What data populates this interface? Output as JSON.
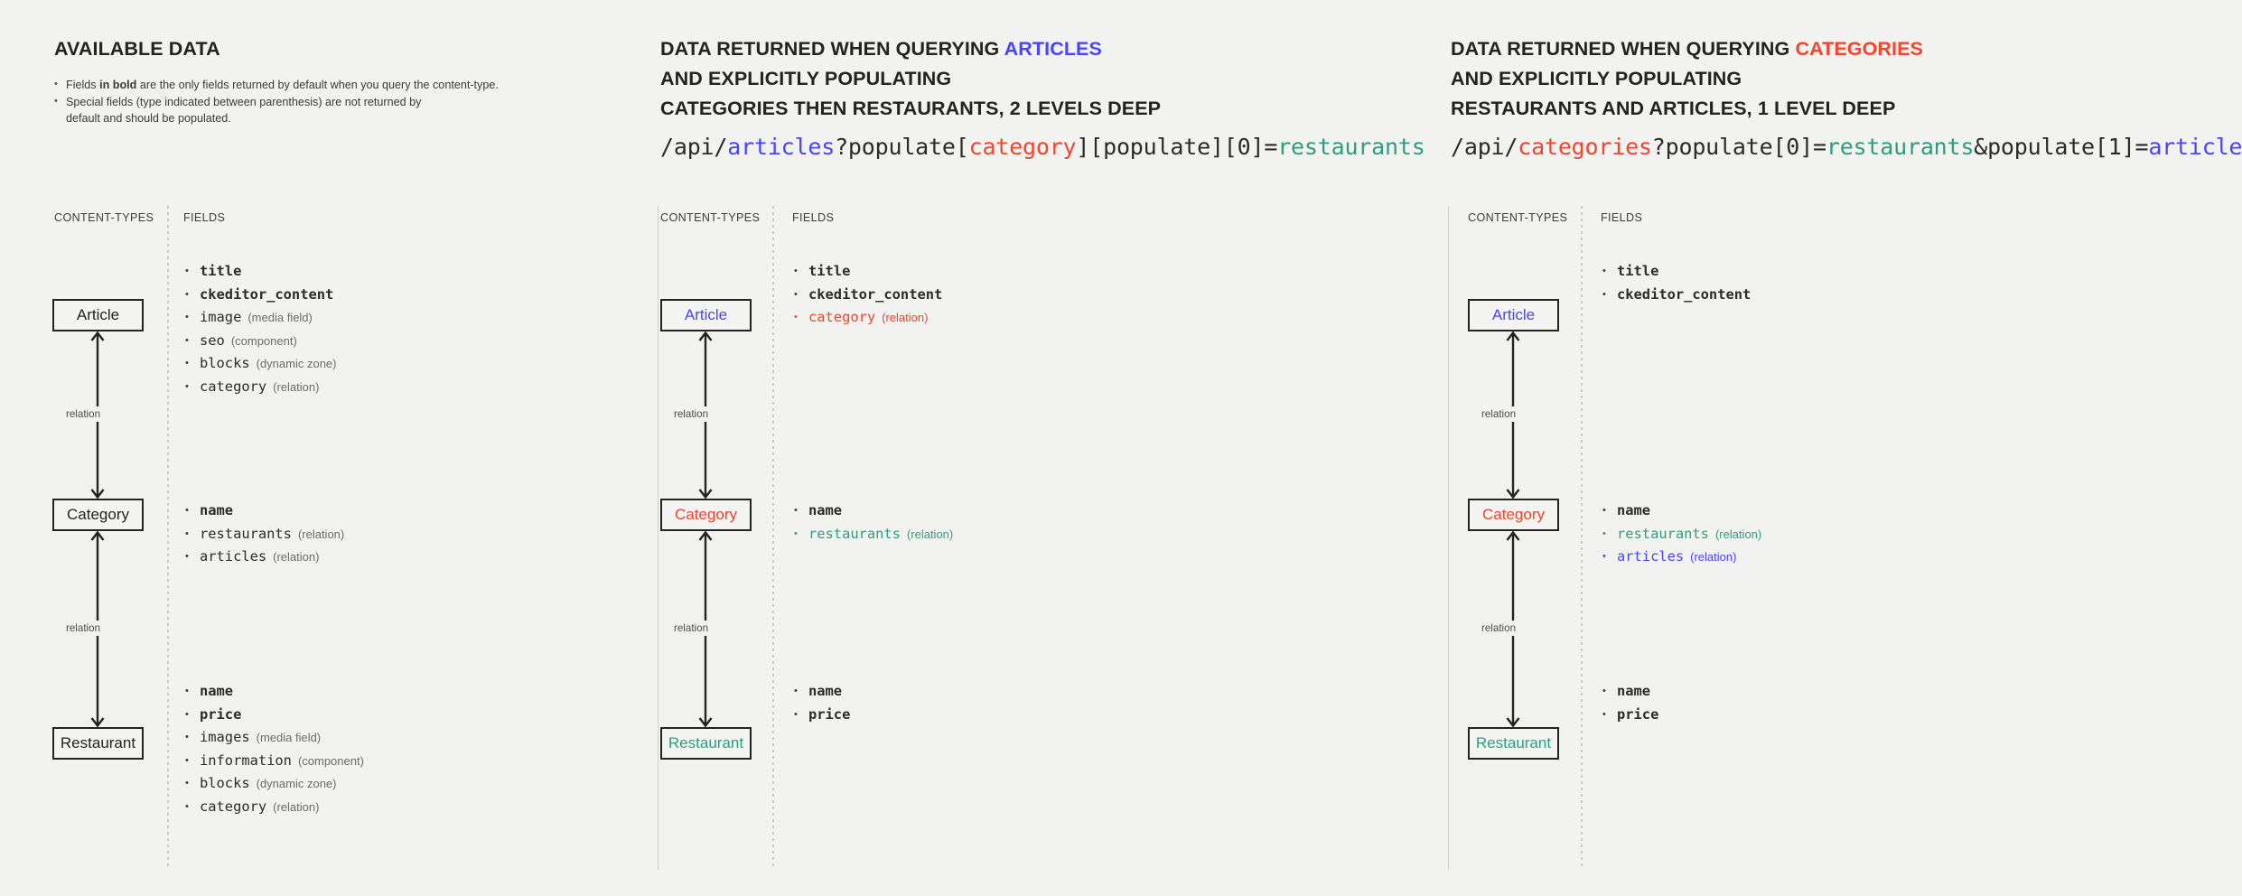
{
  "colors": {
    "background": "#f2f2f1",
    "ink": "#2b2b2b",
    "blue": "#4945ff",
    "red": "#f5452b",
    "green": "#2f9e7e",
    "muted": "#6b6b6b"
  },
  "panels": [
    {
      "id": "available-data",
      "heading_lines": [
        [
          {
            "t": "AVAILABLE DATA",
            "c": "ink"
          }
        ]
      ],
      "notes": [
        {
          "pre": "Fields ",
          "bold": "in bold",
          "post": " are the only fields returned by default when you query the content-type."
        },
        {
          "pre": "Special fields (type indicated between parenthesis) are not returned by default and should be populated.",
          "bold": "",
          "post": ""
        }
      ],
      "url": null,
      "columns": {
        "content_types": "CONTENT-TYPES",
        "fields": "FIELDS"
      },
      "relation_label": "relation",
      "nodes": [
        {
          "name": "Article",
          "color": "ink",
          "fields": [
            {
              "name": "title",
              "type": "",
              "bold": true,
              "color": "ink"
            },
            {
              "name": "ckeditor_content",
              "type": "",
              "bold": true,
              "color": "ink"
            },
            {
              "name": "image",
              "type": "(media field)",
              "bold": false,
              "color": "ink"
            },
            {
              "name": "seo",
              "type": "(component)",
              "bold": false,
              "color": "ink"
            },
            {
              "name": "blocks",
              "type": "(dynamic zone)",
              "bold": false,
              "color": "ink"
            },
            {
              "name": "category",
              "type": "(relation)",
              "bold": false,
              "color": "ink"
            }
          ]
        },
        {
          "name": "Category",
          "color": "ink",
          "fields": [
            {
              "name": "name",
              "type": "",
              "bold": true,
              "color": "ink"
            },
            {
              "name": "restaurants",
              "type": "(relation)",
              "bold": false,
              "color": "ink"
            },
            {
              "name": "articles",
              "type": "(relation)",
              "bold": false,
              "color": "ink"
            }
          ]
        },
        {
          "name": "Restaurant",
          "color": "ink",
          "fields": [
            {
              "name": "name",
              "type": "",
              "bold": true,
              "color": "ink"
            },
            {
              "name": "price",
              "type": "",
              "bold": true,
              "color": "ink"
            },
            {
              "name": "images",
              "type": "(media field)",
              "bold": false,
              "color": "ink"
            },
            {
              "name": "information",
              "type": "(component)",
              "bold": false,
              "color": "ink"
            },
            {
              "name": "blocks",
              "type": "(dynamic zone)",
              "bold": false,
              "color": "ink"
            },
            {
              "name": "category",
              "type": "(relation)",
              "bold": false,
              "color": "ink"
            }
          ]
        }
      ]
    },
    {
      "id": "query-articles",
      "heading_lines": [
        [
          {
            "t": "DATA RETURNED WHEN QUERYING ",
            "c": "ink"
          },
          {
            "t": "ARTICLES",
            "c": "blue"
          }
        ],
        [
          {
            "t": "AND EXPLICITLY POPULATING",
            "c": "ink"
          }
        ],
        [
          {
            "t": "CATEGORIES THEN RESTAURANTS, 2 LEVELS DEEP",
            "c": "ink"
          }
        ]
      ],
      "notes": [],
      "url": [
        {
          "t": "/api/",
          "c": "ink"
        },
        {
          "t": "articles",
          "c": "blue"
        },
        {
          "t": "?populate[",
          "c": "ink"
        },
        {
          "t": "category",
          "c": "red"
        },
        {
          "t": "][populate][0]=",
          "c": "ink"
        },
        {
          "t": "restaurants",
          "c": "green"
        }
      ],
      "columns": {
        "content_types": "CONTENT-TYPES",
        "fields": "FIELDS"
      },
      "relation_label": "relation",
      "nodes": [
        {
          "name": "Article",
          "color": "blue",
          "fields": [
            {
              "name": "title",
              "type": "",
              "bold": true,
              "color": "ink"
            },
            {
              "name": "ckeditor_content",
              "type": "",
              "bold": true,
              "color": "ink"
            },
            {
              "name": "category",
              "type": "(relation)",
              "bold": false,
              "color": "red"
            }
          ]
        },
        {
          "name": "Category",
          "color": "red",
          "fields": [
            {
              "name": "name",
              "type": "",
              "bold": true,
              "color": "ink"
            },
            {
              "name": "restaurants",
              "type": "(relation)",
              "bold": false,
              "color": "green"
            }
          ]
        },
        {
          "name": "Restaurant",
          "color": "green",
          "fields": [
            {
              "name": "name",
              "type": "",
              "bold": true,
              "color": "ink"
            },
            {
              "name": "price",
              "type": "",
              "bold": true,
              "color": "ink"
            }
          ]
        }
      ]
    },
    {
      "id": "query-categories",
      "heading_lines": [
        [
          {
            "t": "DATA RETURNED WHEN QUERYING ",
            "c": "ink"
          },
          {
            "t": "CATEGORIES",
            "c": "red"
          }
        ],
        [
          {
            "t": "AND EXPLICITLY POPULATING",
            "c": "ink"
          }
        ],
        [
          {
            "t": "RESTAURANTS AND ARTICLES, 1 LEVEL DEEP",
            "c": "ink"
          }
        ]
      ],
      "notes": [],
      "url": [
        {
          "t": "/api/",
          "c": "ink"
        },
        {
          "t": "categories",
          "c": "red"
        },
        {
          "t": "?populate[0]=",
          "c": "ink"
        },
        {
          "t": "restaurants",
          "c": "green"
        },
        {
          "t": "&populate[1]=",
          "c": "ink"
        },
        {
          "t": "articles",
          "c": "blue"
        }
      ],
      "columns": {
        "content_types": "CONTENT-TYPES",
        "fields": "FIELDS"
      },
      "relation_label": "relation",
      "nodes": [
        {
          "name": "Article",
          "color": "blue",
          "fields": [
            {
              "name": "title",
              "type": "",
              "bold": true,
              "color": "ink"
            },
            {
              "name": "ckeditor_content",
              "type": "",
              "bold": true,
              "color": "ink"
            }
          ]
        },
        {
          "name": "Category",
          "color": "red",
          "fields": [
            {
              "name": "name",
              "type": "",
              "bold": true,
              "color": "ink"
            },
            {
              "name": "restaurants",
              "type": "(relation)",
              "bold": false,
              "color": "green"
            },
            {
              "name": "articles",
              "type": "(relation)",
              "bold": false,
              "color": "blue"
            }
          ]
        },
        {
          "name": "Restaurant",
          "color": "green",
          "fields": [
            {
              "name": "name",
              "type": "",
              "bold": true,
              "color": "ink"
            },
            {
              "name": "price",
              "type": "",
              "bold": true,
              "color": "ink"
            }
          ]
        }
      ]
    }
  ]
}
